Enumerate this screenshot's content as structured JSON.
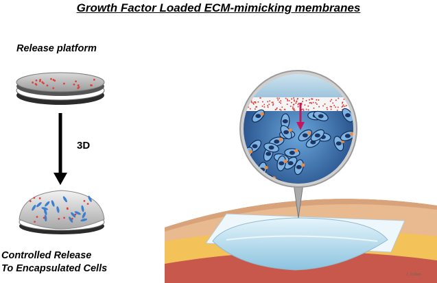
{
  "title": "Growth Factor Loaded ECM-mimicking membranes",
  "release_platform_label": "Release platform",
  "step_label": "3D",
  "outcome_label_line1": "Controlled Release",
  "outcome_label_line2": "To Encapsulated Cells",
  "signature": "J. Cohen",
  "colors": {
    "dot_red": "#e0403a",
    "cell_blue": "#3a7fd0",
    "tissue_skin": "#e9b98f",
    "tissue_fat": "#f3c35a",
    "tissue_muscle": "#c7584b",
    "arrow_magenta": "#c2185b",
    "membrane": "#bfe0ee"
  }
}
